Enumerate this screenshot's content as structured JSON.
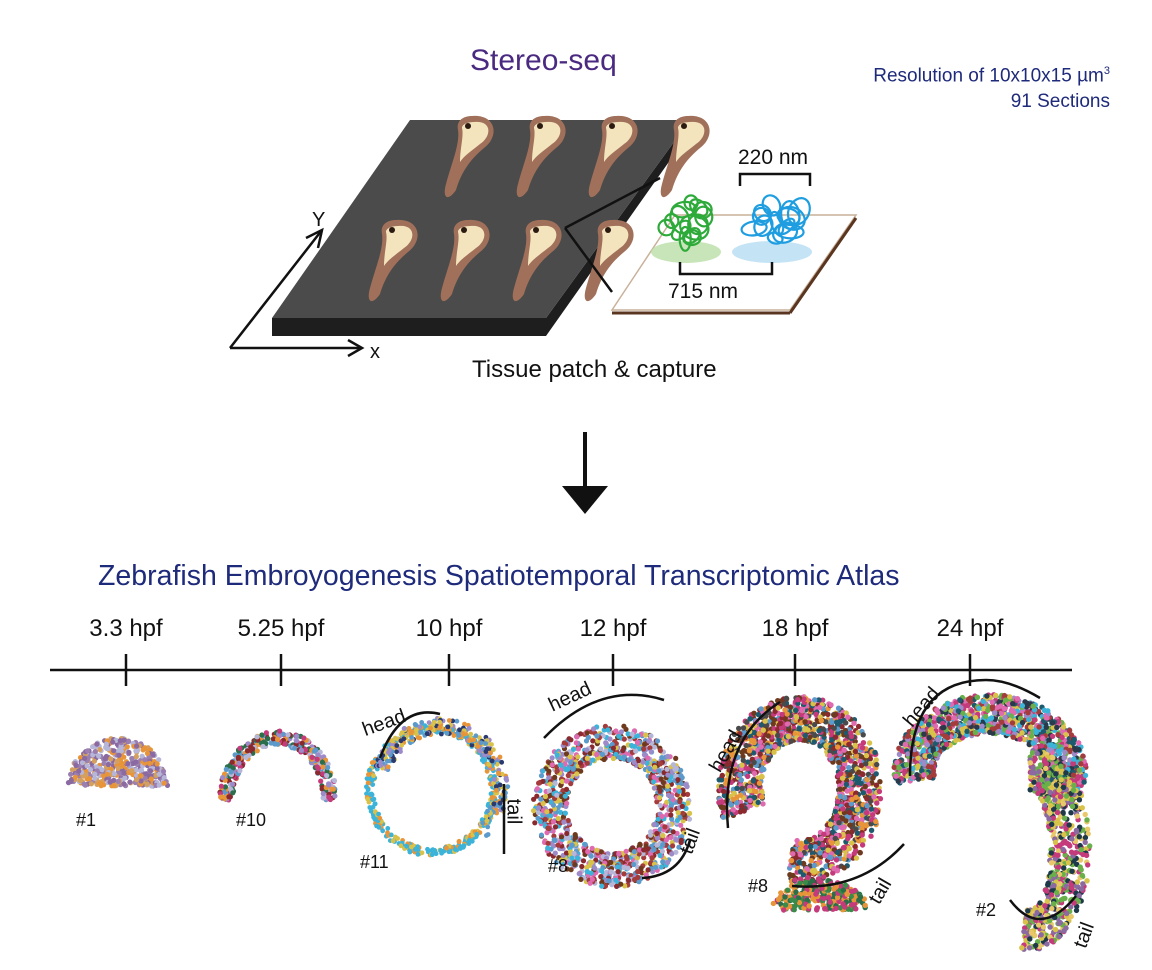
{
  "header": {
    "title": "Stereo-seq",
    "resolution_prefix": "Resolution of 10x10x15 µm",
    "resolution_superscript": "3",
    "sections": "91 Sections"
  },
  "chip": {
    "caption": "Tissue patch & capture",
    "axis_x": "x",
    "axis_y": "Y",
    "spot_size": "220 nm",
    "spot_spacing": "715 nm"
  },
  "atlas": {
    "title": "Zebrafish Embroyogenesis Spatiotemporal Transcriptomic Atlas",
    "timepoints": [
      {
        "label": "3.3 hpf",
        "section": "#1"
      },
      {
        "label": "5.25 hpf",
        "section": "#10"
      },
      {
        "label": "10 hpf",
        "section": "#11"
      },
      {
        "label": "12 hpf",
        "section": "#8"
      },
      {
        "label": "18 hpf",
        "section": "#8"
      },
      {
        "label": "24 hpf",
        "section": "#2"
      }
    ],
    "orientation": {
      "head": "head",
      "tail": "tail"
    }
  },
  "colors": {
    "title": "#4a2a80",
    "text_blue": "#1e2a7a",
    "chip": "#4b4b4b",
    "embryo": "#a0705a",
    "yolk": "#f3e4bd",
    "capture_green": "#2eaa3a",
    "capture_blue": "#1e9ee0"
  }
}
